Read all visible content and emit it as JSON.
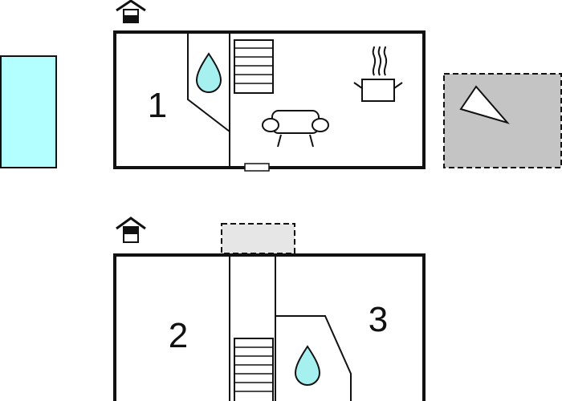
{
  "floors": [
    {
      "level": "ground",
      "rooms": [
        {
          "label": "1"
        }
      ]
    },
    {
      "level": "upper",
      "rooms": [
        {
          "label": "2"
        },
        {
          "label": "3"
        }
      ]
    }
  ],
  "colors": {
    "wall": "#111111",
    "pool": "#b3ffff",
    "water_drop": "#a6f0f0",
    "terrace": "#c4c4c4",
    "balcony": "#e6e6e6",
    "background": "#ffffff"
  },
  "icons": [
    "floor-level-icon",
    "water-drop-icon",
    "stairs-icon",
    "sofa-icon",
    "cooking-pot-icon",
    "terrace-chair-icon"
  ]
}
